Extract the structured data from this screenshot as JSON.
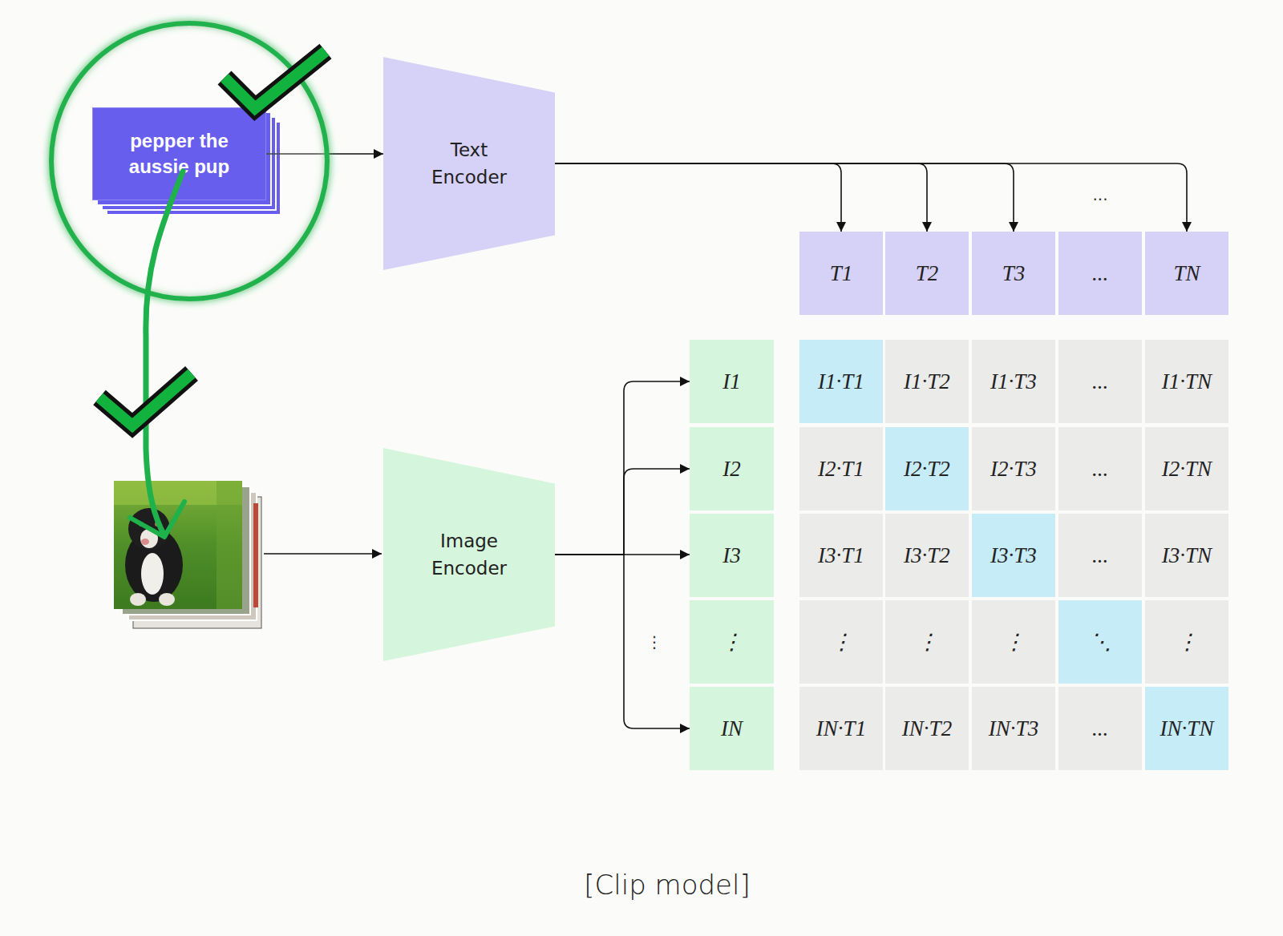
{
  "diagram": {
    "caption": "[Clip model]",
    "nodes": [
      {
        "text": [
          "pepper the aussie pup"
        ]
      },
      {
        "text": [
          "Text Encoder"
        ]
      },
      {
        "text": [
          "T1"
        ]
      },
      {
        "text": [
          "T2"
        ]
      },
      {
        "text": [
          "T3"
        ]
      },
      {
        "text": [
          "..."
        ]
      },
      {
        "text": [
          "TN"
        ]
      },
      {
        "text": [
          "Image Encoder"
        ]
      },
      {
        "text": [
          "I1"
        ]
      },
      {
        "text": [
          "I2"
        ]
      },
      {
        "text": [
          "I3"
        ]
      },
      {
        "text": [
          "⋮"
        ]
      },
      {
        "text": [
          "IN"
        ]
      },
      {
        "text": [
          "I1·T1"
        ]
      },
      {
        "text": [
          "I1·T2"
        ]
      },
      {
        "text": [
          "I1·T3"
        ]
      },
      {
        "text": [
          "..."
        ]
      },
      {
        "text": [
          "I1·TN"
        ]
      },
      {
        "text": [
          "I2·T1"
        ]
      },
      {
        "text": [
          "I2·T2"
        ]
      },
      {
        "text": [
          "I2·T3"
        ]
      },
      {
        "text": [
          "..."
        ]
      },
      {
        "text": [
          "I2·TN"
        ]
      },
      {
        "text": [
          "I3·T1"
        ]
      },
      {
        "text": [
          "I3·T2"
        ]
      },
      {
        "text": [
          "I3·T3"
        ]
      },
      {
        "text": [
          "..."
        ]
      },
      {
        "text": [
          "I3·TN"
        ]
      },
      {
        "text": [
          "⋮"
        ]
      },
      {
        "text": [
          "⋮"
        ]
      },
      {
        "text": [
          "⋮"
        ]
      },
      {
        "text": [
          "⋱"
        ]
      },
      {
        "text": [
          "⋮"
        ]
      },
      {
        "text": [
          "IN·T1"
        ]
      },
      {
        "text": [
          "IN·T2"
        ]
      },
      {
        "text": [
          "IN·T3"
        ]
      },
      {
        "text": [
          "..."
        ]
      },
      {
        "text": [
          "IN·TN"
        ]
      }
    ],
    "edges": [
      {
        "from": 0,
        "to": 1,
        "arrow": "to"
      },
      {
        "from": 1,
        "to": 2,
        "arrow": "to"
      },
      {
        "from": 1,
        "to": 3,
        "arrow": "to"
      },
      {
        "from": 1,
        "to": 4,
        "arrow": "to"
      },
      {
        "from": 1,
        "to": 6,
        "arrow": "to"
      },
      {
        "from": 7,
        "to": 8,
        "arrow": "to"
      },
      {
        "from": 7,
        "to": 9,
        "arrow": "to"
      },
      {
        "from": 7,
        "to": 10,
        "arrow": "to"
      },
      {
        "from": 7,
        "to": 12,
        "arrow": "to"
      }
    ],
    "labels": [
      "...",
      "⋮"
    ]
  }
}
